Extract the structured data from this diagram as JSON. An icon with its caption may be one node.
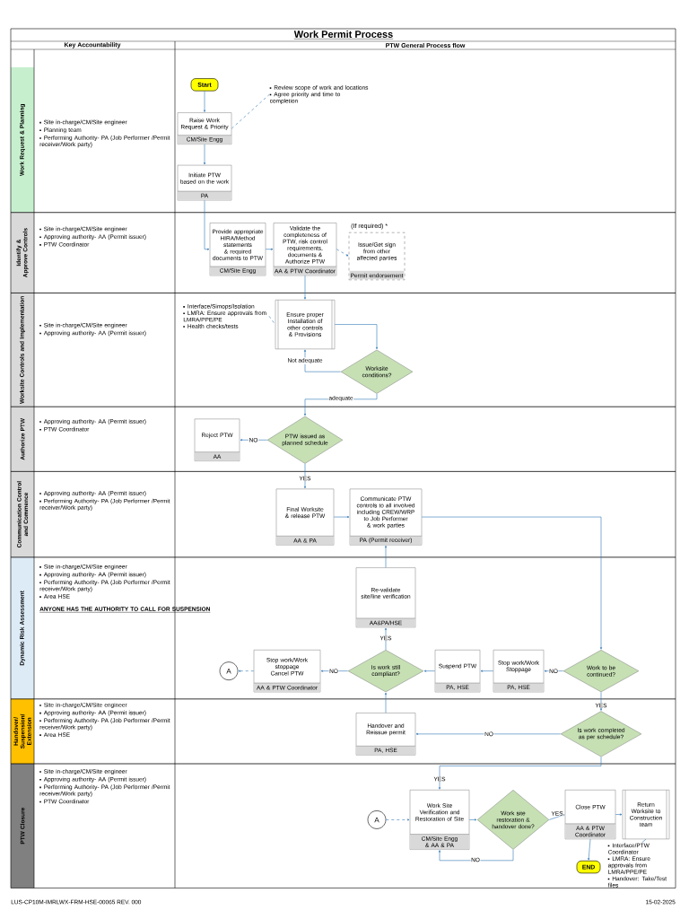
{
  "diagram": {
    "title": "Work Permit Process",
    "nodes": [
      {
        "text": [
          "Start"
        ]
      },
      {
        "text": [
          "Raise Work Request & Priority",
          "CM/Site Engg"
        ]
      },
      {
        "text": [
          "Review scope of work and locations",
          "Agree priority and time to completion"
        ]
      },
      {
        "text": [
          "Initiate PTW based on the work",
          "PA"
        ]
      },
      {
        "text": [
          "Provide appropriate HIRA/Method statements & required documents to PTW",
          "CM/Site Engg"
        ]
      },
      {
        "text": [
          "Validate the completeness of PTW, risk control requirements, documents & Authorize PTW",
          "AA & PTW Coordinator"
        ]
      },
      {
        "text": [
          "(If required) *",
          "Issue/Get sign from other affected parties",
          "Permit endorsement"
        ]
      },
      {
        "text": [
          "Interface/Simops/Isolation",
          "LMRA: Ensure approvals from LMRA/PPE/PE",
          "Health checks/tests"
        ]
      },
      {
        "text": [
          "Ensure proper Installation of other controls & Provisions"
        ]
      },
      {
        "text": [
          "Worksite conditions?"
        ]
      },
      {
        "text": [
          "PTW issued as planned schedule"
        ]
      },
      {
        "text": [
          "Reject PTW",
          "AA"
        ]
      },
      {
        "text": [
          "Final Worksite & release PTW",
          "AA & PA"
        ]
      },
      {
        "text": [
          "Communicate PTW controls to all involved including CREW/WRP to Job Performer & work parties",
          "PA (Permit receiver)"
        ]
      },
      {
        "text": [
          "Re-validate site/line verification",
          "AA&PA/HSE"
        ]
      },
      {
        "text": [
          "Is work still compliant?"
        ]
      },
      {
        "text": [
          "Stop work/Work stoppage",
          "Cancel PTW",
          "AA & PTW Coordinator"
        ]
      },
      {
        "text": [
          "A"
        ]
      },
      {
        "text": [
          "Suspend PTW",
          "PA, HSE"
        ]
      },
      {
        "text": [
          "Stop work/Work Stoppage",
          "PA, HSE"
        ]
      },
      {
        "text": [
          "Work to be continued?"
        ]
      },
      {
        "text": [
          "Is work completed as per schedule?"
        ]
      },
      {
        "text": [
          "Handover and Reissue permit",
          "PA, HSE"
        ]
      },
      {
        "text": [
          "A"
        ]
      },
      {
        "text": [
          "Work Site Verification and Restoration of Site",
          "CM/Site Engg & AA & PA"
        ]
      },
      {
        "text": [
          "Work site restoration & handover done?"
        ]
      },
      {
        "text": [
          "Close PTW",
          "AA & PTW Coordinator"
        ]
      },
      {
        "text": [
          "END"
        ]
      },
      {
        "text": [
          "Return Worksite to Construction team"
        ]
      },
      {
        "text": [
          "Interface/PTW Coordinator",
          "LMRA: Ensure approvals from LMRA/PPE/PE",
          "Handover: Take/Test files"
        ]
      }
    ],
    "edges": [
      {
        "from": 0,
        "to": 1,
        "arrow": "to"
      },
      {
        "from": 1,
        "to": 2,
        "arrow": "none",
        "style": "dashed"
      },
      {
        "from": 1,
        "to": 3,
        "arrow": "to"
      },
      {
        "from": 3,
        "to": 4,
        "arrow": "to"
      },
      {
        "from": 4,
        "to": 5,
        "arrow": "to"
      },
      {
        "from": 5,
        "to": 6,
        "arrow": "to",
        "style": "dashed"
      },
      {
        "from": 5,
        "to": 8,
        "arrow": "to"
      },
      {
        "from": 7,
        "to": 8,
        "arrow": "none",
        "style": "dashed"
      },
      {
        "from": 8,
        "to": 9,
        "arrow": "to"
      },
      {
        "from": 9,
        "to": 8,
        "arrow": "to",
        "label": "Not adequate"
      },
      {
        "from": 9,
        "to": 10,
        "arrow": "to",
        "label": "adequate"
      },
      {
        "from": 10,
        "to": 11,
        "arrow": "to",
        "label": "NO"
      },
      {
        "from": 10,
        "to": 12,
        "arrow": "to",
        "label": "YES"
      },
      {
        "from": 12,
        "to": 13,
        "arrow": "to"
      },
      {
        "from": 13,
        "to": 20,
        "arrow": "to"
      },
      {
        "from": 20,
        "to": 19,
        "arrow": "to",
        "label": "NO"
      },
      {
        "from": 19,
        "to": 18,
        "arrow": "to"
      },
      {
        "from": 18,
        "to": 15,
        "arrow": "to"
      },
      {
        "from": 15,
        "to": 14,
        "arrow": "to",
        "label": "YES"
      },
      {
        "from": 14,
        "to": 13,
        "arrow": "to"
      },
      {
        "from": 15,
        "to": 16,
        "arrow": "to",
        "label": "NO"
      },
      {
        "from": 16,
        "to": 17,
        "arrow": "to",
        "style": "dashed"
      },
      {
        "from": 20,
        "to": 21,
        "arrow": "to",
        "label": "YES"
      },
      {
        "from": 21,
        "to": 22,
        "arrow": "to",
        "label": "NO"
      },
      {
        "from": 22,
        "to": 15,
        "arrow": "to"
      },
      {
        "from": 21,
        "to": 24,
        "arrow": "to",
        "label": "YES"
      },
      {
        "from": 23,
        "to": 24,
        "arrow": "to",
        "style": "dashed"
      },
      {
        "from": 24,
        "to": 25,
        "arrow": "to"
      },
      {
        "from": 25,
        "to": 24,
        "arrow": "to",
        "label": "NO"
      },
      {
        "from": 25,
        "to": 26,
        "arrow": "to",
        "label": "YES"
      },
      {
        "from": 26,
        "to": 27,
        "arrow": "to"
      },
      {
        "from": 26,
        "to": 28,
        "arrow": "to"
      },
      {
        "from": 28,
        "to": 29,
        "arrow": "none"
      }
    ],
    "labels": [
      "Key Accountability",
      "PTW General Process flow",
      "Work Request & Planning",
      "Site in-charge/CM/Site engineer",
      "Planning team",
      "Performing Authority- PA (Job Performer /Permit receiver/Work party)",
      "Identify & Approve Controls",
      "Site in-charge/CM/Site engineer",
      "Approving authority- AA (Permit issuer)",
      "PTW Coordinator",
      "Worksite Controls and Implementation",
      "Site in-charge/CM/Site engineer",
      "Approving authority- AA (Permit issuer)",
      "Authorize PTW",
      "Approving authority- AA (Permit issuer)",
      "PTW Coordinator",
      "Communication Control and Commence",
      "Approving authority- AA (Permit issuer)",
      "Performing Authority- PA (Job Performer /Permit receiver/Work party)",
      "Dynamic Risk Assessment",
      "Site in-charge/CM/Site engineer",
      "Approving authority- AA (Permit issuer)",
      "Performing Authority- PA (Job Performer /Permit receiver/Work party)",
      "Area HSE",
      "ANYONE HAS THE AUTHORITY TO CALL FOR SUSPENSION",
      "Handover/ Suspension/ Extension",
      "Site in-charge/CM/Site engineer",
      "Approving authority- AA (Permit issuer)",
      "Performing Authority- PA (Job Performer /Permit receiver/Work party)",
      "Area HSE",
      "PTW Closure",
      "Site in-charge/CM/Site engineer",
      "Approving authority- AA (Permit issuer)",
      "Performing Authority- PA (Job Performer /Permit receiver/Work party)",
      "PTW Coordinator",
      "LUS-CP10M-IMRLWX-FRM-HSE-00065 REV. 000",
      "15-02-2025"
    ]
  }
}
